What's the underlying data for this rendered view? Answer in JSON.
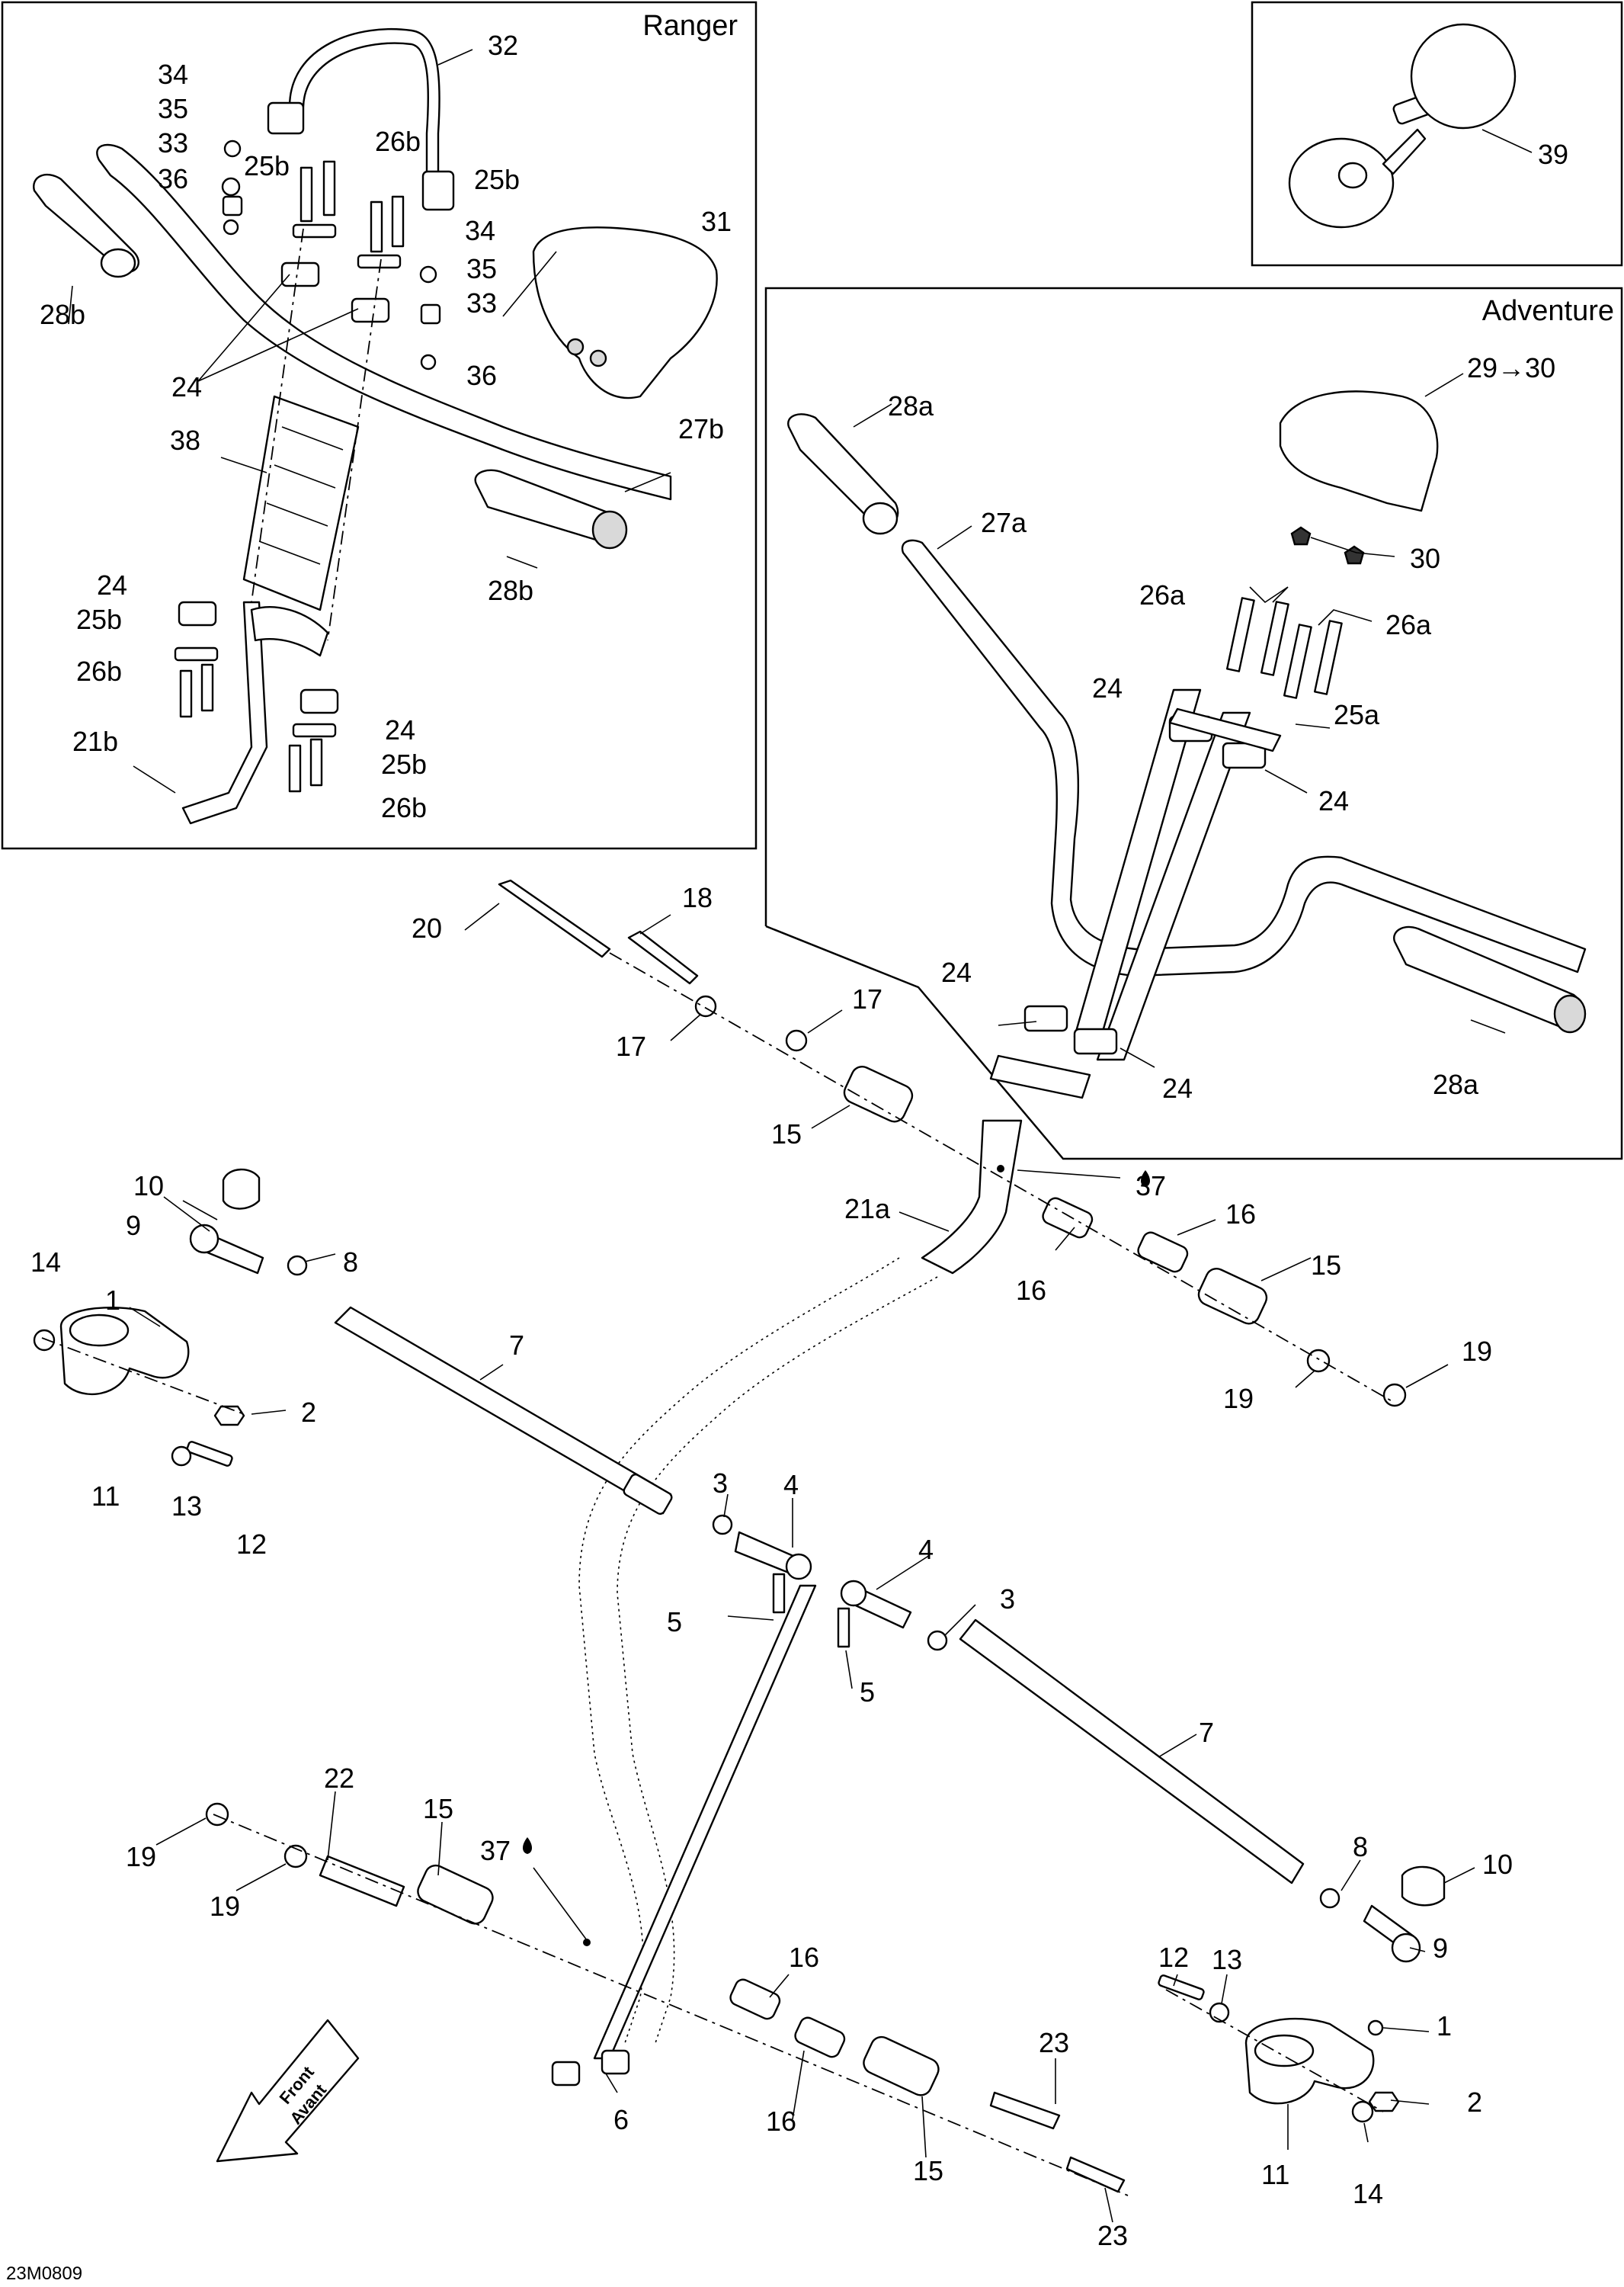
{
  "panels": {
    "ranger": "Ranger",
    "adventure": "Adventure"
  },
  "arrow": {
    "line1": "Front",
    "line2": "Avant"
  },
  "figure_code": "23M0809",
  "callouts": {
    "c1a": "1",
    "c1b": "1",
    "c2a": "2",
    "c2b": "2",
    "c3a": "3",
    "c3b": "3",
    "c4a": "4",
    "c4b": "4",
    "c5a": "5",
    "c5b": "5",
    "c6": "6",
    "c7a": "7",
    "c7b": "7",
    "c8a": "8",
    "c8b": "8",
    "c9a": "9",
    "c9b": "9",
    "c10a": "10",
    "c10b": "10",
    "c11a": "11",
    "c11b": "11",
    "c12a": "12",
    "c12b": "12",
    "c13a": "13",
    "c13b": "13",
    "c14a": "14",
    "c14b": "14",
    "c15a": "15",
    "c15b": "15",
    "c15c": "15",
    "c15d": "15",
    "c16a": "16",
    "c16b": "16",
    "c16c": "16",
    "c16d": "16",
    "c17a": "17",
    "c17b": "17",
    "c18": "18",
    "c19a": "19",
    "c19b": "19",
    "c19c": "19",
    "c19d": "19",
    "c20": "20",
    "c21a": "21a",
    "c21b": "21b",
    "c22": "22",
    "c23a": "23",
    "c23b": "23",
    "c24a": "24",
    "c24b": "24",
    "c24c": "24",
    "c24d": "24",
    "c24e": "24",
    "c24f": "24",
    "c24g": "24",
    "c25a": "25a",
    "c25b1": "25b",
    "c25b2": "25b",
    "c25b3": "25b",
    "c25b4": "25b",
    "c26a1": "26a",
    "c26a2": "26a",
    "c26b1": "26b",
    "c26b2": "26b",
    "c26b3": "26b",
    "c27a": "27a",
    "c27b": "27b",
    "c28a1": "28a",
    "c28a2": "28a",
    "c28b1": "28b",
    "c28b2": "28b",
    "c29": "29→30",
    "c30": "30",
    "c31": "31",
    "c32": "32",
    "c33a": "33",
    "c33b": "33",
    "c34a": "34",
    "c34b": "34",
    "c35a": "35",
    "c35b": "35",
    "c36a": "36",
    "c36b": "36",
    "c37a": "37",
    "c37b": "37",
    "c38": "38",
    "c39": "39"
  }
}
